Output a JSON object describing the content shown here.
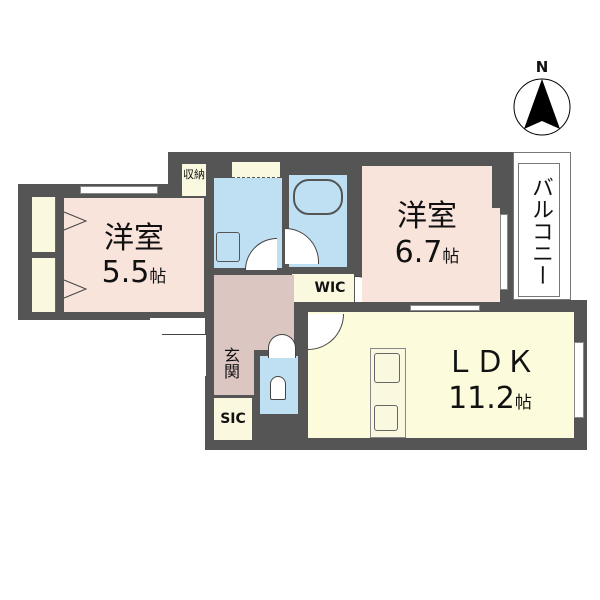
{
  "compass": {
    "label": "N"
  },
  "rooms": {
    "western_room_1": {
      "name": "洋室",
      "size": "5.5",
      "unit": "帖"
    },
    "western_room_2": {
      "name": "洋室",
      "size": "6.7",
      "unit": "帖"
    },
    "ldk": {
      "name": "ＬＤＫ",
      "size": "11.2",
      "unit": "帖"
    },
    "storage": {
      "name": "収納"
    },
    "wic": {
      "name": "WIC"
    },
    "sic": {
      "name": "SIC"
    },
    "entrance": {
      "name": "玄関"
    },
    "balcony": {
      "name": "バルコニー"
    }
  },
  "colors": {
    "wall": "#555555",
    "bedroom": "#f9e4dc",
    "wet_area": "#bfe0f3",
    "ldk": "#fcfbdc",
    "entrance": "#dcc6c2",
    "closet": "#fbf8e0"
  }
}
